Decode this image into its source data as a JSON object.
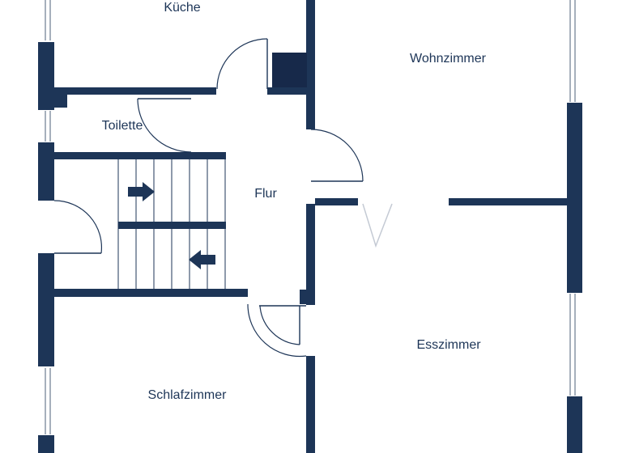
{
  "rooms": {
    "kueche": "Küche",
    "wohnzimmer": "Wohnzimmer",
    "toilette": "Toilette",
    "flur": "Flur",
    "esszimmer": "Esszimmer",
    "schlafzimmer": "Schlafzimmer"
  },
  "colors": {
    "wall": "#1d3557",
    "background": "#ffffff",
    "window": "#6b7a90"
  },
  "stairs": {
    "upper_arrow_direction": "right",
    "lower_arrow_direction": "left"
  }
}
